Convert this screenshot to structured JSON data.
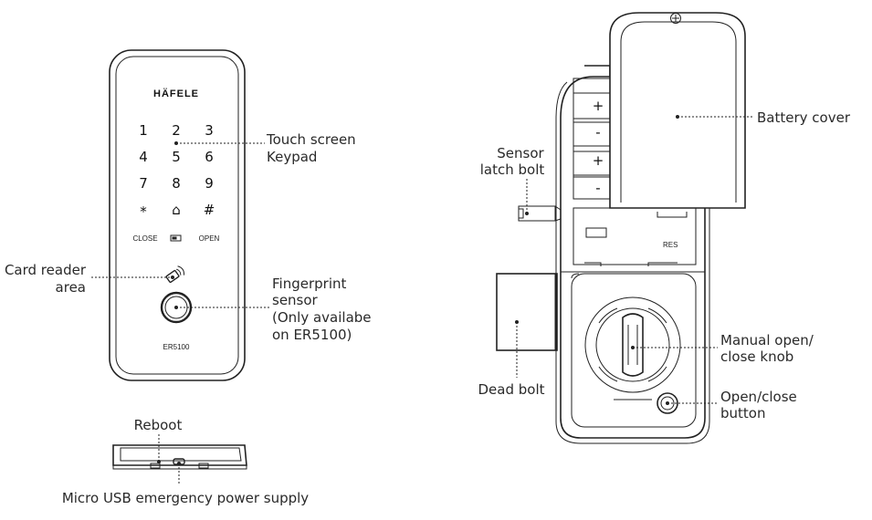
{
  "front_panel": {
    "brand": "HÄFELE",
    "keypad": [
      "1",
      "2",
      "3",
      "4",
      "5",
      "6",
      "7",
      "8",
      "9",
      "*",
      "⌂",
      "#"
    ],
    "close_label": "CLOSE",
    "open_label": "OPEN",
    "model": "ER5100"
  },
  "rear_panel": {
    "battery_plus": "+",
    "battery_minus": "-",
    "reset_label": "RES"
  },
  "callouts": {
    "touch_screen_1": "Touch screen",
    "touch_screen_2": "Keypad",
    "card_reader_1": "Card reader",
    "card_reader_2": "area",
    "fingerprint_1": "Fingerprint",
    "fingerprint_2": "sensor",
    "fingerprint_3": "(Only availabe",
    "fingerprint_4": "on ER5100)",
    "reboot": "Reboot",
    "micro_usb": "Micro USB emergency power supply",
    "sensor_latch_1": "Sensor",
    "sensor_latch_2": "latch bolt",
    "battery_cover": "Battery cover",
    "manual_knob_1": "Manual open/",
    "manual_knob_2": "close knob",
    "dead_bolt": "Dead bolt",
    "open_close_btn_1": "Open/close",
    "open_close_btn_2": "button"
  }
}
